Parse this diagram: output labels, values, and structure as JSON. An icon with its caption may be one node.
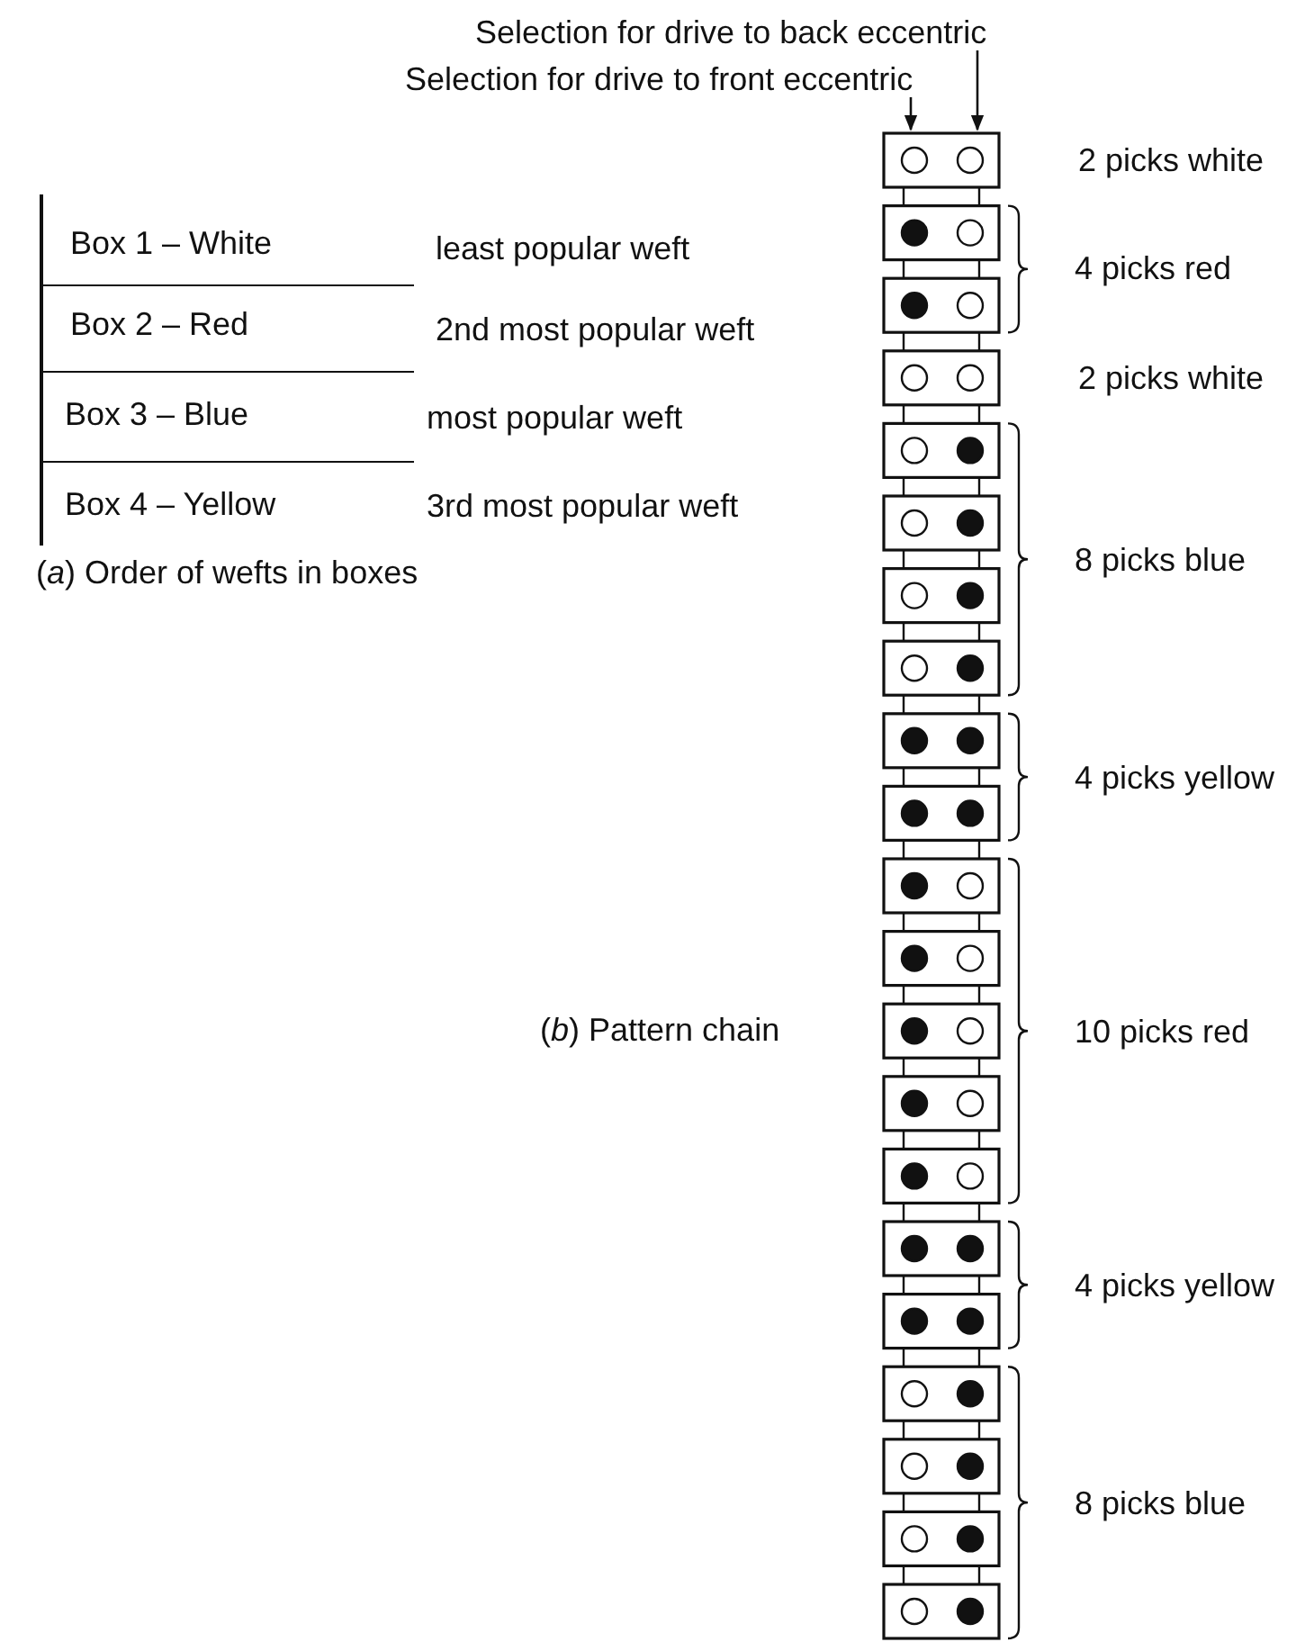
{
  "diagram": {
    "nodes": [
      {
        "text": [
          "Selection for drive to back eccentric"
        ]
      },
      {
        "text": [
          "Selection for drive to front eccentric"
        ]
      }
    ],
    "edges": [
      {
        "from": 0,
        "to": null,
        "arrow": "to"
      },
      {
        "from": 1,
        "to": null,
        "arrow": "to"
      }
    ],
    "labels": [
      "Box 1 – White",
      "least popular weft",
      "Box 2 – Red",
      "2nd most popular weft",
      "Box 3 – Blue",
      "most popular weft",
      "Box 4 – Yellow",
      "3rd most popular weft",
      "(*a*)  Order of wefts in boxes",
      "2 picks white",
      "4 picks red",
      "2 picks white",
      "8 picks blue",
      "4 picks yellow",
      "(*b*)  Pattern chain",
      "10 picks red",
      "4 picks yellow",
      "8 picks blue"
    ]
  }
}
